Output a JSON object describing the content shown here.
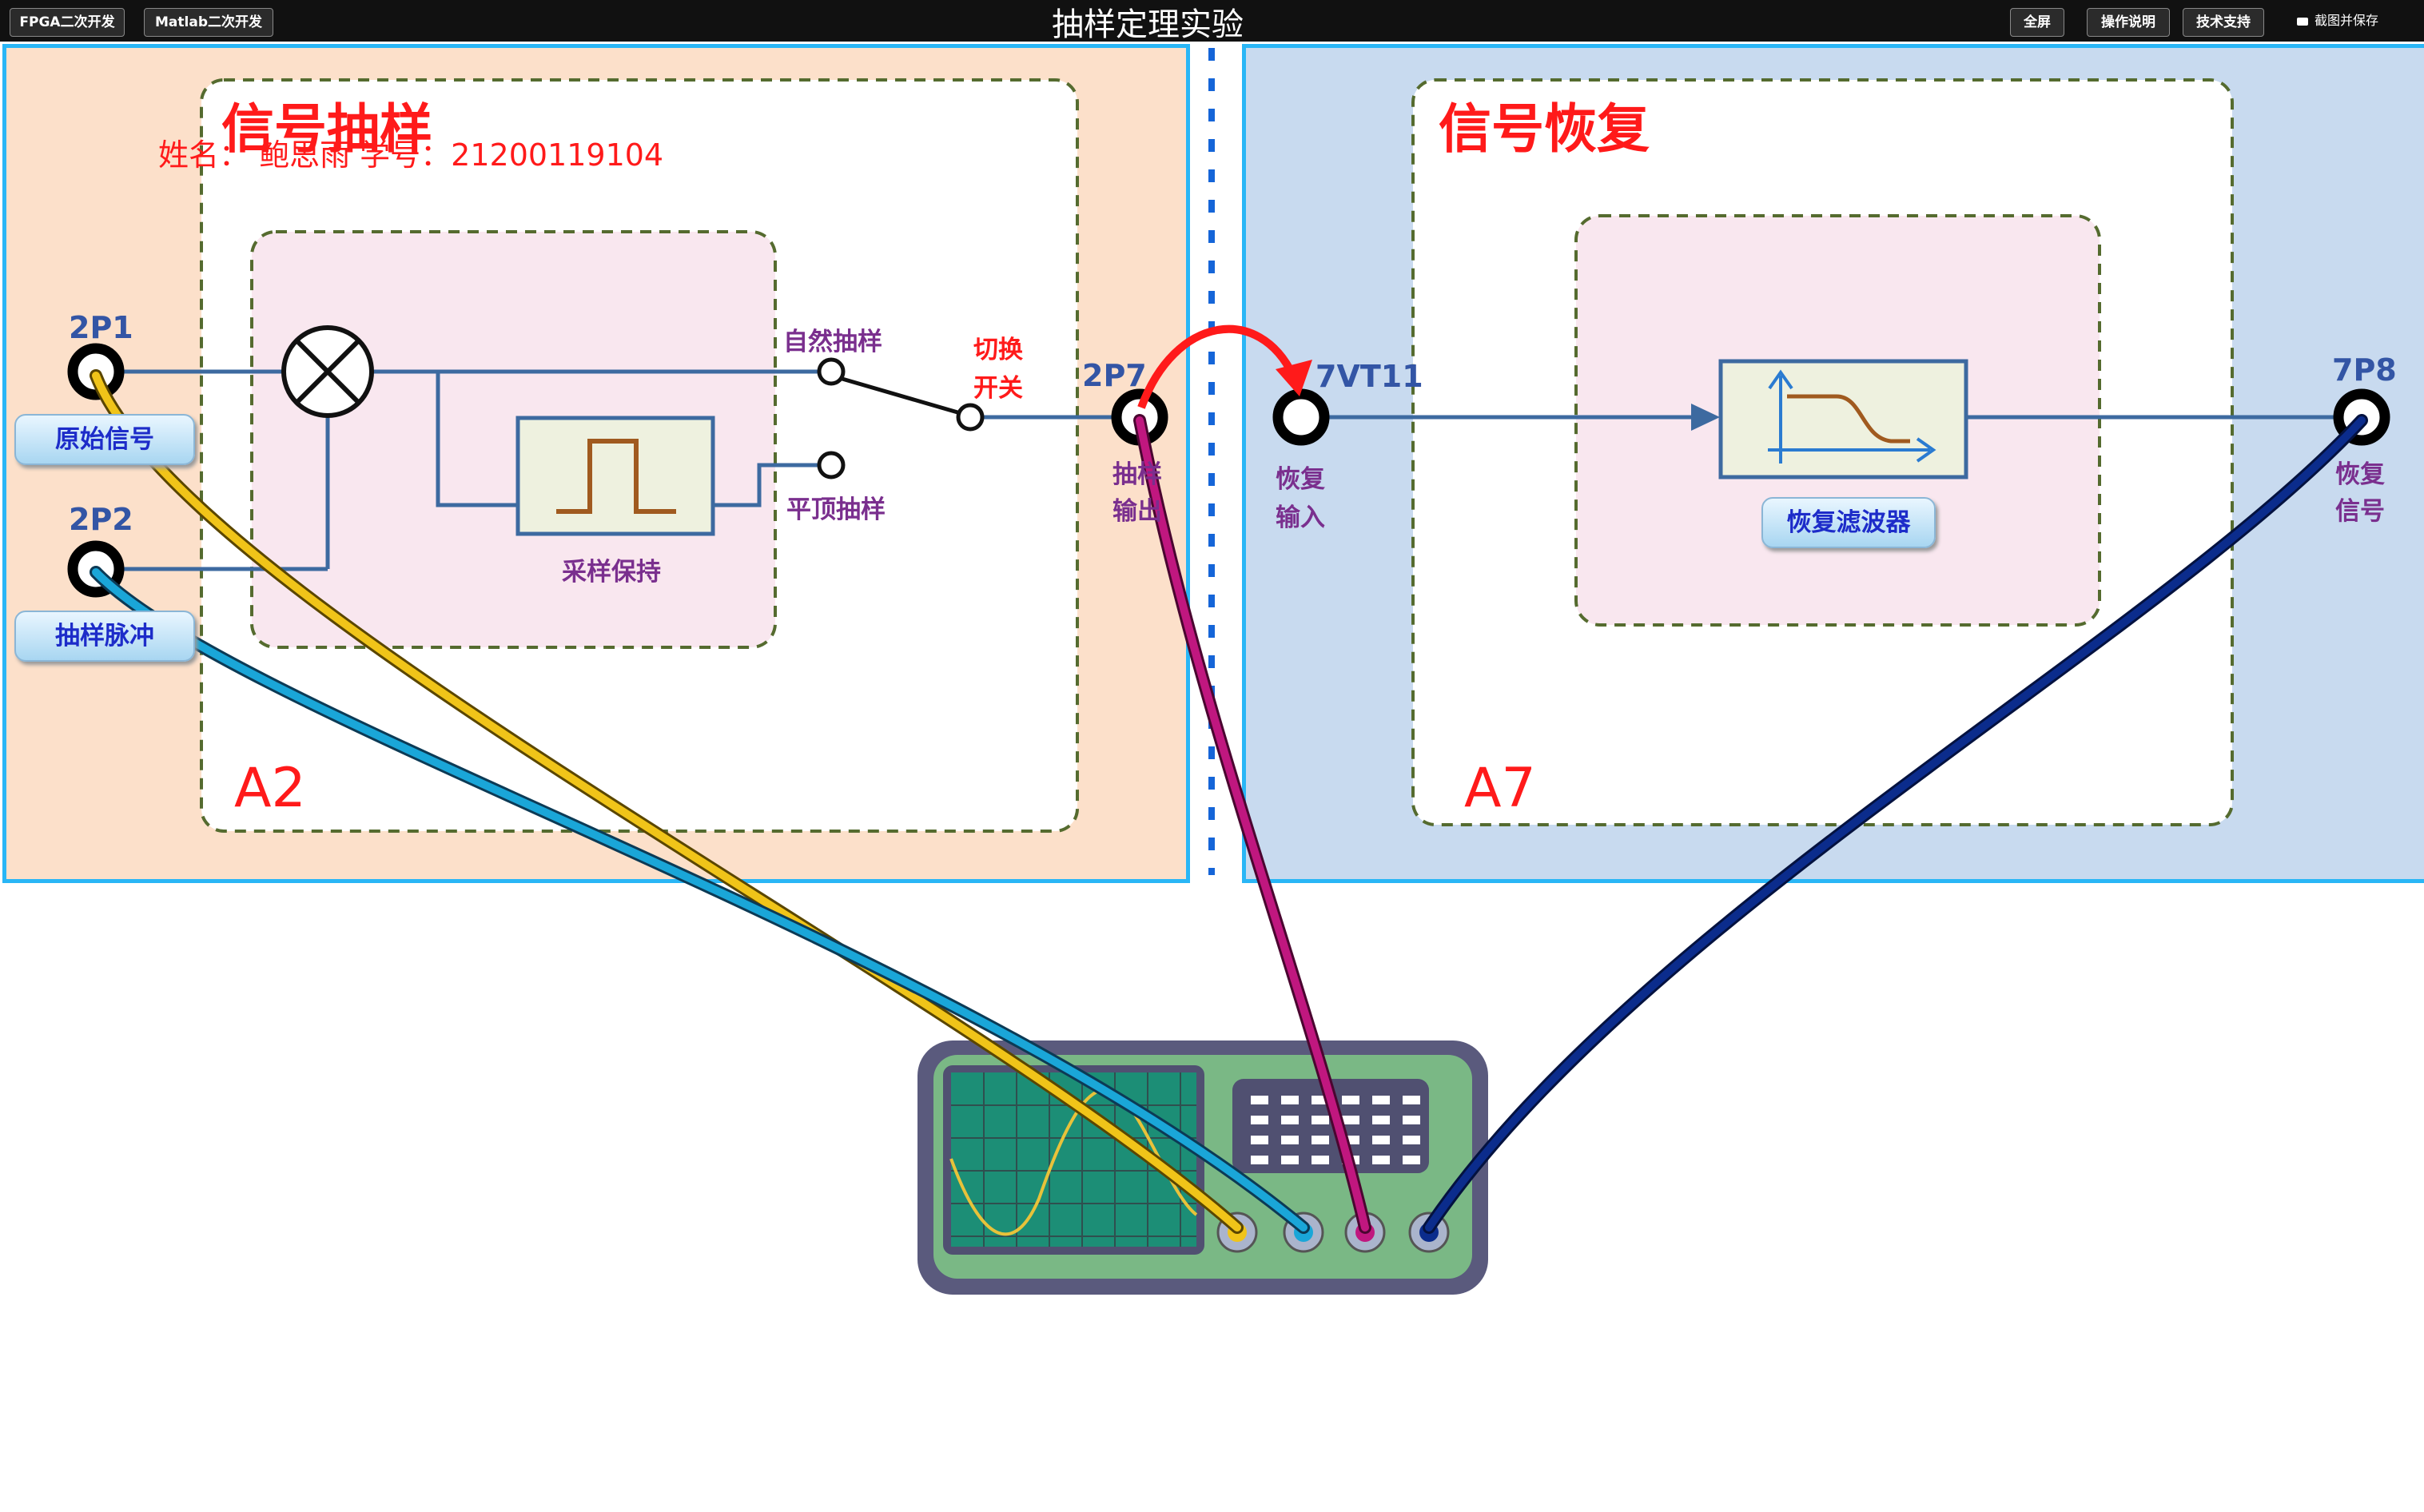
{
  "topbar": {
    "fpga_button": "FPGA二次开发",
    "matlab_button": "Matlab二次开发",
    "title": "抽样定理实验",
    "fullscreen_button": "全屏",
    "help_button": "操作说明",
    "support_button": "技术支持",
    "screenshot_button": "截图并保存"
  },
  "student": "姓名： 鲍思雨  学号：21200119104",
  "sampling": {
    "title": "信号抽样",
    "module_id": "A2",
    "port_2p1": "2P1",
    "port_2p2": "2P2",
    "port_2p7": "2P7",
    "original_signal": "原始信号",
    "sampling_pulse": "抽样脉冲",
    "natural_sampling": "自然抽样",
    "flat_top_sampling": "平顶抽样",
    "sample_hold": "采样保持",
    "switch_label": [
      "切换",
      "开关"
    ],
    "sample_output": [
      "抽样",
      "输出"
    ]
  },
  "recovery": {
    "title": "信号恢复",
    "module_id": "A7",
    "port_7vt11": "7VT11",
    "port_7p8": "7P8",
    "recovery_input": [
      "恢复",
      "输入"
    ],
    "recovery_signal": [
      "恢复",
      "信号"
    ],
    "recovery_filter": "恢复滤波器"
  },
  "colors": {
    "sampling_bg": "#fce0ca",
    "recovery_bg": "#c8daef",
    "panel_border": "#29b6f6",
    "wire_line": "#3d6aa0",
    "cable_yellow": "#f0c419",
    "cable_cyan": "#1aa6d8",
    "cable_magenta": "#c0177f",
    "cable_navy": "#0b2c8c",
    "red_text": "#ff1a1a"
  }
}
